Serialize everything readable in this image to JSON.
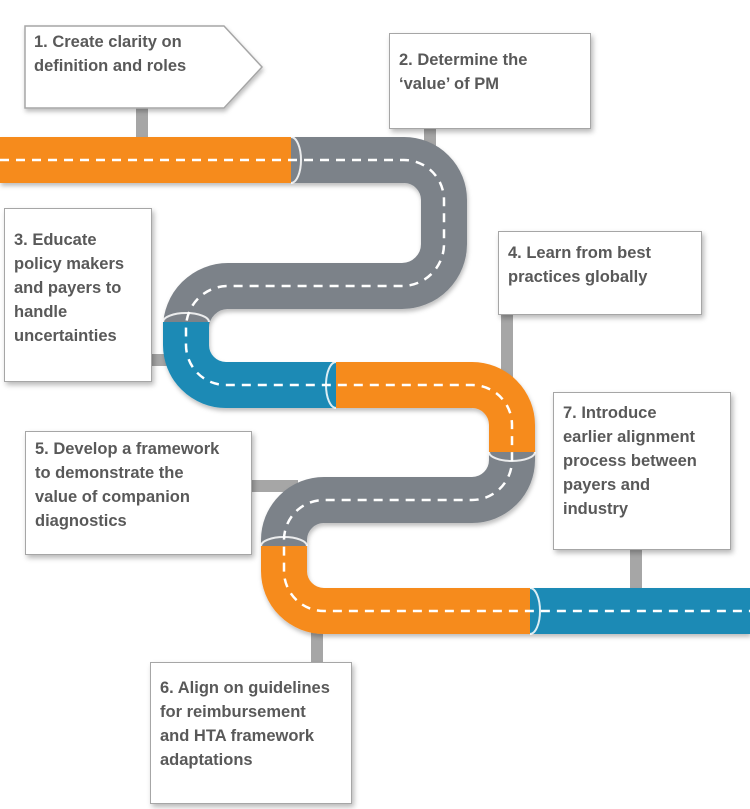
{
  "colors": {
    "orange": "#f68b1f",
    "gray": "#7c8289",
    "blue": "#1b8ab5",
    "connector": "#a6a6a6",
    "text": "#595959"
  },
  "steps": [
    {
      "lines": [
        "1. Create clarity on",
        "definition and roles"
      ]
    },
    {
      "lines": [
        "2. Determine the",
        "‘value’ of PM"
      ]
    },
    {
      "lines": [
        "3. Educate",
        "policy makers",
        "and payers to",
        "handle",
        "uncertainties"
      ]
    },
    {
      "lines": [
        "4. Learn from best",
        "practices globally"
      ]
    },
    {
      "lines": [
        "5. Develop a framework",
        "to demonstrate the",
        "value of companion",
        "diagnostics"
      ]
    },
    {
      "lines": [
        "6. Align on guidelines",
        "for reimbursement",
        "and HTA framework",
        "adaptations"
      ]
    },
    {
      "lines": [
        "7. Introduce",
        "earlier alignment",
        "process between",
        "payers and",
        "industry"
      ]
    }
  ]
}
